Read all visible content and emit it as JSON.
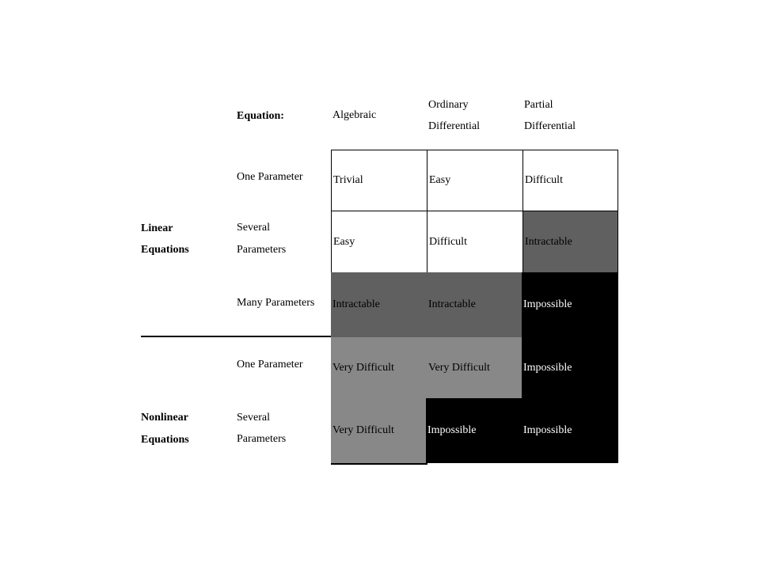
{
  "header": {
    "equation_label": "Equation:",
    "algebraic": "Algebraic",
    "ordinary_line1": "Ordinary",
    "ordinary_line2": "Differential",
    "partial_line1": "Partial",
    "partial_line2": "Differential"
  },
  "groups": {
    "linear_line1": "Linear",
    "linear_line2": "Equations",
    "nonlinear_line1": "Nonlinear",
    "nonlinear_line2": "Equations"
  },
  "rows": [
    {
      "label_line1": "One Parameter",
      "label_line2": "",
      "cells": [
        "Trivial",
        "Easy",
        "Difficult"
      ]
    },
    {
      "label_line1": "Several",
      "label_line2": "Parameters",
      "cells": [
        "Easy",
        "Difficult",
        "Intractable"
      ]
    },
    {
      "label_line1": "Many Parameters",
      "label_line2": "",
      "cells": [
        "Intractable",
        "Intractable",
        "Impossible"
      ]
    },
    {
      "label_line1": "One Parameter",
      "label_line2": "",
      "cells": [
        "Very Difficult",
        "Very Difficult",
        "Impossible"
      ]
    },
    {
      "label_line1": "Several",
      "label_line2": "Parameters",
      "cells": [
        "Very Difficult",
        "Impossible",
        "Impossible"
      ]
    }
  ],
  "colors": {
    "white": "#ffffff",
    "dark_gray": "#606060",
    "light_gray": "#888888",
    "black": "#000000"
  }
}
